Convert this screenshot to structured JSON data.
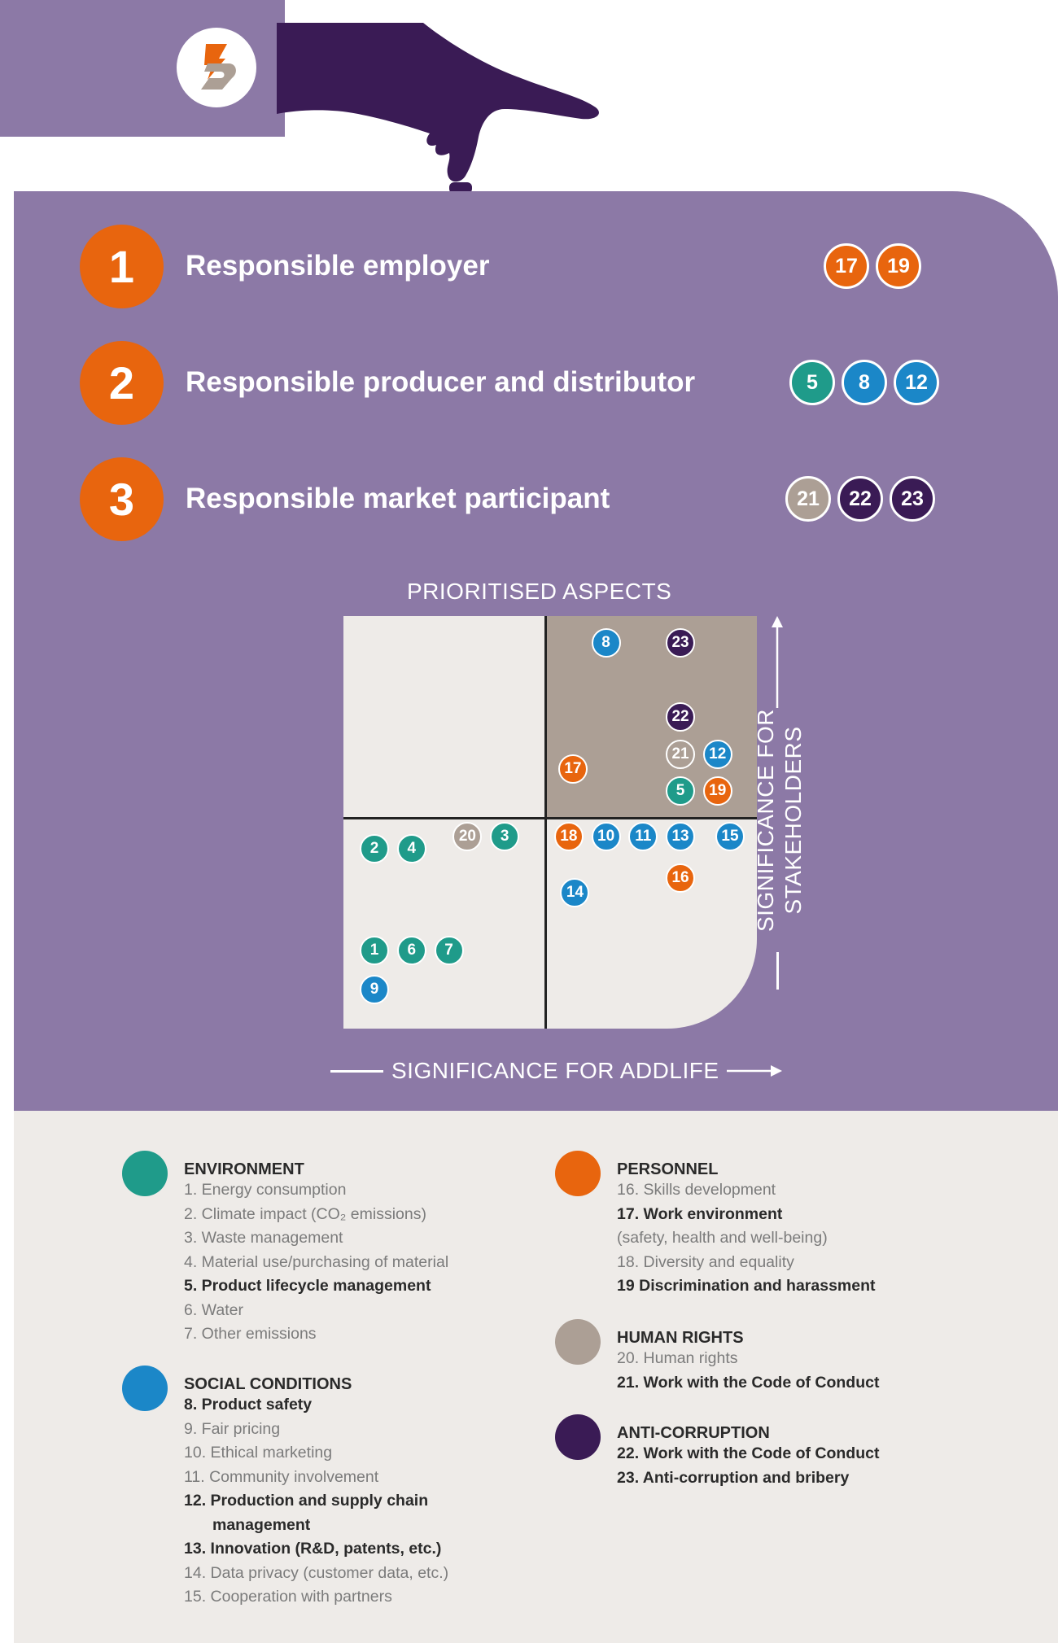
{
  "colors": {
    "environment": "#1f9b8a",
    "social": "#1b87c8",
    "personnel": "#e8650e",
    "human_rights": "#ac9f95",
    "anti_corruption": "#3a1b55",
    "panel": "#8c79a6"
  },
  "roles": [
    {
      "number": "1",
      "title": "Responsible employer",
      "aspects": [
        {
          "id": "17",
          "group": "personnel"
        },
        {
          "id": "19",
          "group": "personnel"
        }
      ]
    },
    {
      "number": "2",
      "title": "Responsible producer and distributor",
      "aspects": [
        {
          "id": "5",
          "group": "environment"
        },
        {
          "id": "8",
          "group": "social"
        },
        {
          "id": "12",
          "group": "social"
        }
      ]
    },
    {
      "number": "3",
      "title": "Responsible market participant",
      "aspects": [
        {
          "id": "21",
          "group": "human_rights"
        },
        {
          "id": "22",
          "group": "anti_corruption"
        },
        {
          "id": "23",
          "group": "anti_corruption"
        }
      ]
    }
  ],
  "matrix": {
    "title": "PRIORITISED ASPECTS",
    "x_label": "SIGNIFICANCE FOR ADDLIFE",
    "y_label_line1": "SIGNIFICANCE FOR",
    "y_label_line2": "STAKEHOLDERS",
    "points": [
      {
        "id": "2",
        "group": "environment",
        "addlife": 0.15,
        "stakeholders": 0.87
      },
      {
        "id": "4",
        "group": "environment",
        "addlife": 0.33,
        "stakeholders": 0.87
      },
      {
        "id": "8",
        "group": "social",
        "addlife": 1.27,
        "stakeholders": 1.87
      },
      {
        "id": "23",
        "group": "anti_corruption",
        "addlife": 1.63,
        "stakeholders": 1.87
      },
      {
        "id": "22",
        "group": "anti_corruption",
        "addlife": 1.63,
        "stakeholders": 1.51
      },
      {
        "id": "17",
        "group": "personnel",
        "addlife": 1.11,
        "stakeholders": 1.26
      },
      {
        "id": "21",
        "group": "human_rights",
        "addlife": 1.63,
        "stakeholders": 1.33
      },
      {
        "id": "12",
        "group": "social",
        "addlife": 1.81,
        "stakeholders": 1.33
      },
      {
        "id": "5",
        "group": "environment",
        "addlife": 1.63,
        "stakeholders": 1.15
      },
      {
        "id": "19",
        "group": "personnel",
        "addlife": 1.81,
        "stakeholders": 1.15
      },
      {
        "id": "20",
        "group": "human_rights",
        "addlife": 0.6,
        "stakeholders": 0.93
      },
      {
        "id": "3",
        "group": "environment",
        "addlife": 0.78,
        "stakeholders": 0.93
      },
      {
        "id": "18",
        "group": "personnel",
        "addlife": 1.09,
        "stakeholders": 0.93
      },
      {
        "id": "10",
        "group": "social",
        "addlife": 1.27,
        "stakeholders": 0.93
      },
      {
        "id": "11",
        "group": "social",
        "addlife": 1.45,
        "stakeholders": 0.93
      },
      {
        "id": "13",
        "group": "social",
        "addlife": 1.63,
        "stakeholders": 0.93
      },
      {
        "id": "15",
        "group": "social",
        "addlife": 1.87,
        "stakeholders": 0.93
      },
      {
        "id": "16",
        "group": "personnel",
        "addlife": 1.63,
        "stakeholders": 0.73
      },
      {
        "id": "14",
        "group": "social",
        "addlife": 1.12,
        "stakeholders": 0.66
      },
      {
        "id": "1",
        "group": "environment",
        "addlife": 0.15,
        "stakeholders": 0.38
      },
      {
        "id": "6",
        "group": "environment",
        "addlife": 0.33,
        "stakeholders": 0.38
      },
      {
        "id": "7",
        "group": "environment",
        "addlife": 0.51,
        "stakeholders": 0.38
      },
      {
        "id": "9",
        "group": "social",
        "addlife": 0.15,
        "stakeholders": 0.19
      }
    ]
  },
  "legend": {
    "left": [
      {
        "group": "environment",
        "title": "ENVIRONMENT",
        "items": [
          {
            "text": "1. Energy consumption",
            "bold": false
          },
          {
            "text": "2. Climate impact (CO₂ emissions)",
            "bold": false
          },
          {
            "text": "3. Waste management",
            "bold": false
          },
          {
            "text": "4. Material use/purchasing of material",
            "bold": false
          },
          {
            "text": "5. Product lifecycle management",
            "bold": true
          },
          {
            "text": "6. Water",
            "bold": false
          },
          {
            "text": "7. Other emissions",
            "bold": false
          }
        ]
      },
      {
        "group": "social",
        "title": "SOCIAL CONDITIONS",
        "items": [
          {
            "text": "8. Product safety",
            "bold": true
          },
          {
            "text": "9. Fair pricing",
            "bold": false
          },
          {
            "text": "10. Ethical marketing",
            "bold": false
          },
          {
            "text": "11. Community involvement",
            "bold": false
          },
          {
            "text": "12. Production and supply chain",
            "cont": "management",
            "bold": true
          },
          {
            "text": "13. Innovation (R&D, patents, etc.)",
            "bold": true
          },
          {
            "text": "14. Data privacy (customer data, etc.)",
            "bold": false
          },
          {
            "text": "15. Cooperation with partners",
            "bold": false
          }
        ]
      }
    ],
    "right": [
      {
        "group": "personnel",
        "title": "PERSONNEL",
        "items": [
          {
            "text": "16. Skills development",
            "bold": false
          },
          {
            "text": "17. Work environment",
            "bold": true
          },
          {
            "text": "(safety, health and well-being)",
            "bold": false
          },
          {
            "text": "18. Diversity and equality",
            "bold": false
          },
          {
            "text": "19 Discrimination and harassment",
            "bold": true
          }
        ]
      },
      {
        "group": "human_rights",
        "title": "HUMAN RIGHTS",
        "items": [
          {
            "text": "20. Human rights",
            "bold": false
          },
          {
            "text": "21. Work with the Code of Conduct",
            "bold": true
          }
        ]
      },
      {
        "group": "anti_corruption",
        "title": "ANTI-CORRUPTION",
        "items": [
          {
            "text": "22. Work with the Code of Conduct",
            "bold": true
          },
          {
            "text": "23. Anti-corruption and bribery",
            "bold": true
          }
        ]
      }
    ]
  }
}
